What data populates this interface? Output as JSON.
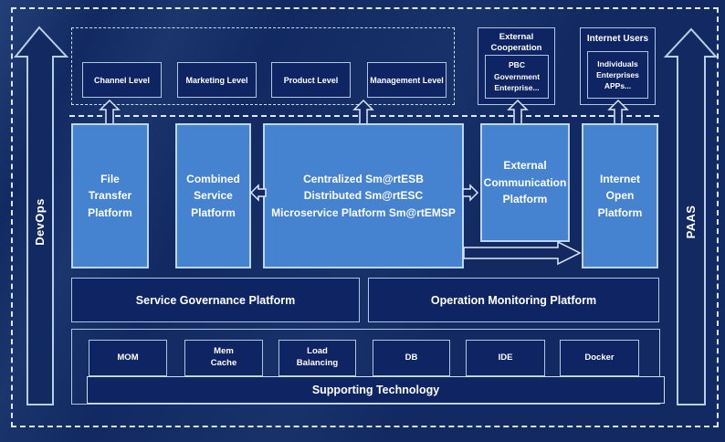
{
  "side": {
    "left": "DevOps",
    "right": "PAAS"
  },
  "levels": [
    "Channel Level",
    "Marketing Level",
    "Product Level",
    "Management Level"
  ],
  "external_cooperation": {
    "title": "External\nCooperation",
    "members": "PBC Government\nEnterprise..."
  },
  "internet_users": {
    "title": "Internet Users",
    "members": "Individuals\nEnterprises\nAPPs..."
  },
  "platforms": {
    "file_transfer": "File\nTransfer\nPlatform",
    "combined_service": "Combined\nService\nPlatform",
    "esb": "Centralized Sm@rtESB\nDistributed Sm@rtESC\nMicroservice Platform Sm@rtEMSP",
    "external_communication": "External\nCommunication\nPlatform",
    "internet_open": "Internet\nOpen\nPlatform"
  },
  "management": {
    "service_governance": "Service Governance Platform",
    "operation_monitoring": "Operation Monitoring Platform"
  },
  "supporting": {
    "items": [
      "MOM",
      "Mem\nCache",
      "Load\nBalancing",
      "DB",
      "IDE",
      "Docker"
    ],
    "bar": "Supporting Technology"
  },
  "colors": {
    "background": "#122A61",
    "box_fill": "#0E2463",
    "platform_fill": "#4583D1",
    "border_light": "#AEC6E4",
    "dashed": "#DDE8F6",
    "text": "#FFFFFF"
  }
}
